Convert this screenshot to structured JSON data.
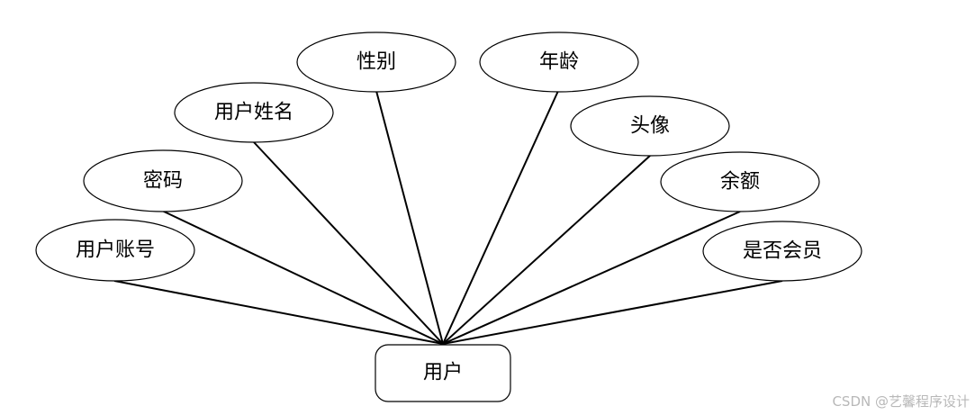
{
  "entity": {
    "label": "用户"
  },
  "attributes": [
    {
      "id": "account",
      "label": "用户账号"
    },
    {
      "id": "password",
      "label": "密码"
    },
    {
      "id": "username",
      "label": "用户姓名"
    },
    {
      "id": "gender",
      "label": "性别"
    },
    {
      "id": "age",
      "label": "年龄"
    },
    {
      "id": "avatar",
      "label": "头像"
    },
    {
      "id": "balance",
      "label": "余额"
    },
    {
      "id": "member",
      "label": "是否会员"
    }
  ],
  "watermark": "CSDN @艺馨程序设计"
}
